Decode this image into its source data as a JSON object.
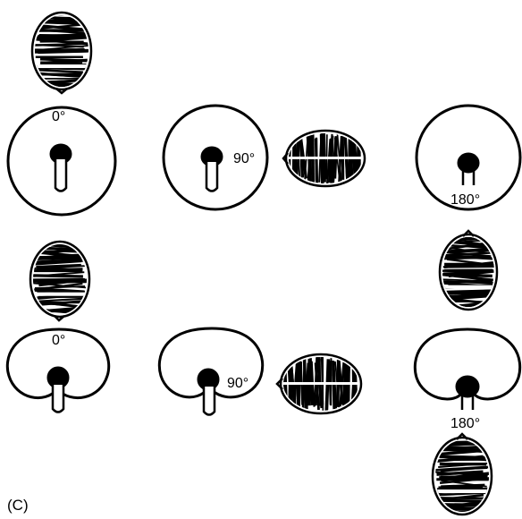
{
  "figure": {
    "panel_label": "(C)",
    "rows": [
      {
        "shape": "circle",
        "labels": {
          "a": "0°",
          "b": "90°",
          "c": "180°"
        }
      },
      {
        "shape": "heart",
        "labels": {
          "a": "0°",
          "b": "90°",
          "c": "180°"
        }
      }
    ]
  },
  "colors": {
    "ink": "#000000",
    "paper": "#ffffff"
  }
}
